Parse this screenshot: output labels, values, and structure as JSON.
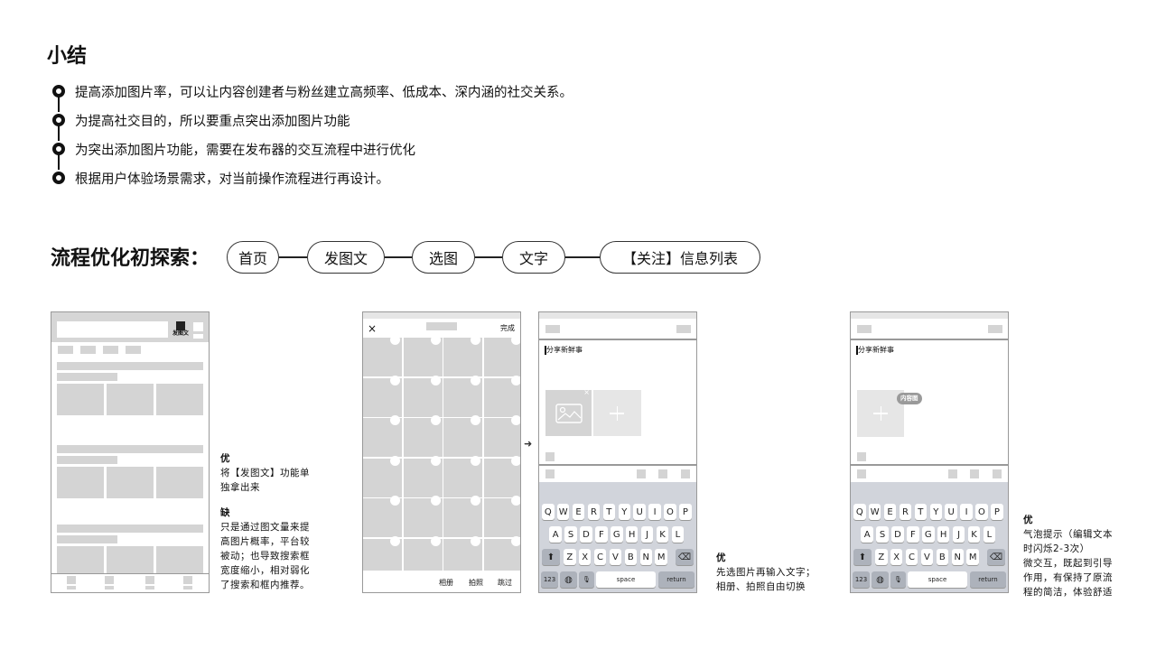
{
  "summary": {
    "title": "小结",
    "bullets": [
      "提高添加图片率，可以让内容创建者与粉丝建立高频率、低成本、深内涵的社交关系。",
      "为提高社交目的，所以要重点突出添加图片功能",
      "为突出添加图片功能，需要在发布器的交互流程中进行优化",
      "根据用户体验场景需求，对当前操作流程进行再设计。"
    ]
  },
  "flow": {
    "title": "流程优化初探索：",
    "steps": [
      "首页",
      "发图文",
      "选图",
      "文字",
      "【关注】信息列表"
    ]
  },
  "mock1": {
    "post_button_label": "发图文",
    "note": {
      "pro_title": "优",
      "pro_lines": [
        "将【发图文】功能单",
        "独拿出来"
      ],
      "con_title": "缺",
      "con_lines": [
        "只是通过图文量来提",
        "高图片概率，平台较",
        "被动；也导致搜索框",
        "宽度缩小，相对弱化",
        "了搜索和框内推荐。"
      ]
    }
  },
  "mock2": {
    "close_icon": "×",
    "done_label": "完成",
    "bottom_actions": [
      "相册",
      "拍照",
      "跳过"
    ]
  },
  "mock3": {
    "placeholder": "分享新鲜事",
    "image_close": "×",
    "note": {
      "pro_title": "优",
      "pro_lines": [
        "先选图片再输入文字；",
        "相册、拍照自由切换"
      ]
    }
  },
  "mock4": {
    "placeholder": "分享新鲜事",
    "bubble_label": "内容图",
    "note": {
      "pro_title": "优",
      "pro_lines": [
        "气泡提示（编辑文本",
        "时闪烁2-3次）",
        "微交互，既起到引导",
        "作用，有保持了原流",
        "程的简洁，体验舒适"
      ]
    }
  },
  "keyboard": {
    "row1": [
      "Q",
      "W",
      "E",
      "R",
      "T",
      "Y",
      "U",
      "I",
      "O",
      "P"
    ],
    "row2": [
      "A",
      "S",
      "D",
      "F",
      "G",
      "H",
      "J",
      "K",
      "L"
    ],
    "row3": [
      "Z",
      "X",
      "C",
      "V",
      "B",
      "N",
      "M"
    ],
    "num_label": "123",
    "space_label": "space",
    "return_label": "return",
    "shift_icon": "⬆",
    "delete_icon": "⌫",
    "globe_icon": "◍",
    "mic_icon": "🎙"
  },
  "arrow_icon": "➜"
}
